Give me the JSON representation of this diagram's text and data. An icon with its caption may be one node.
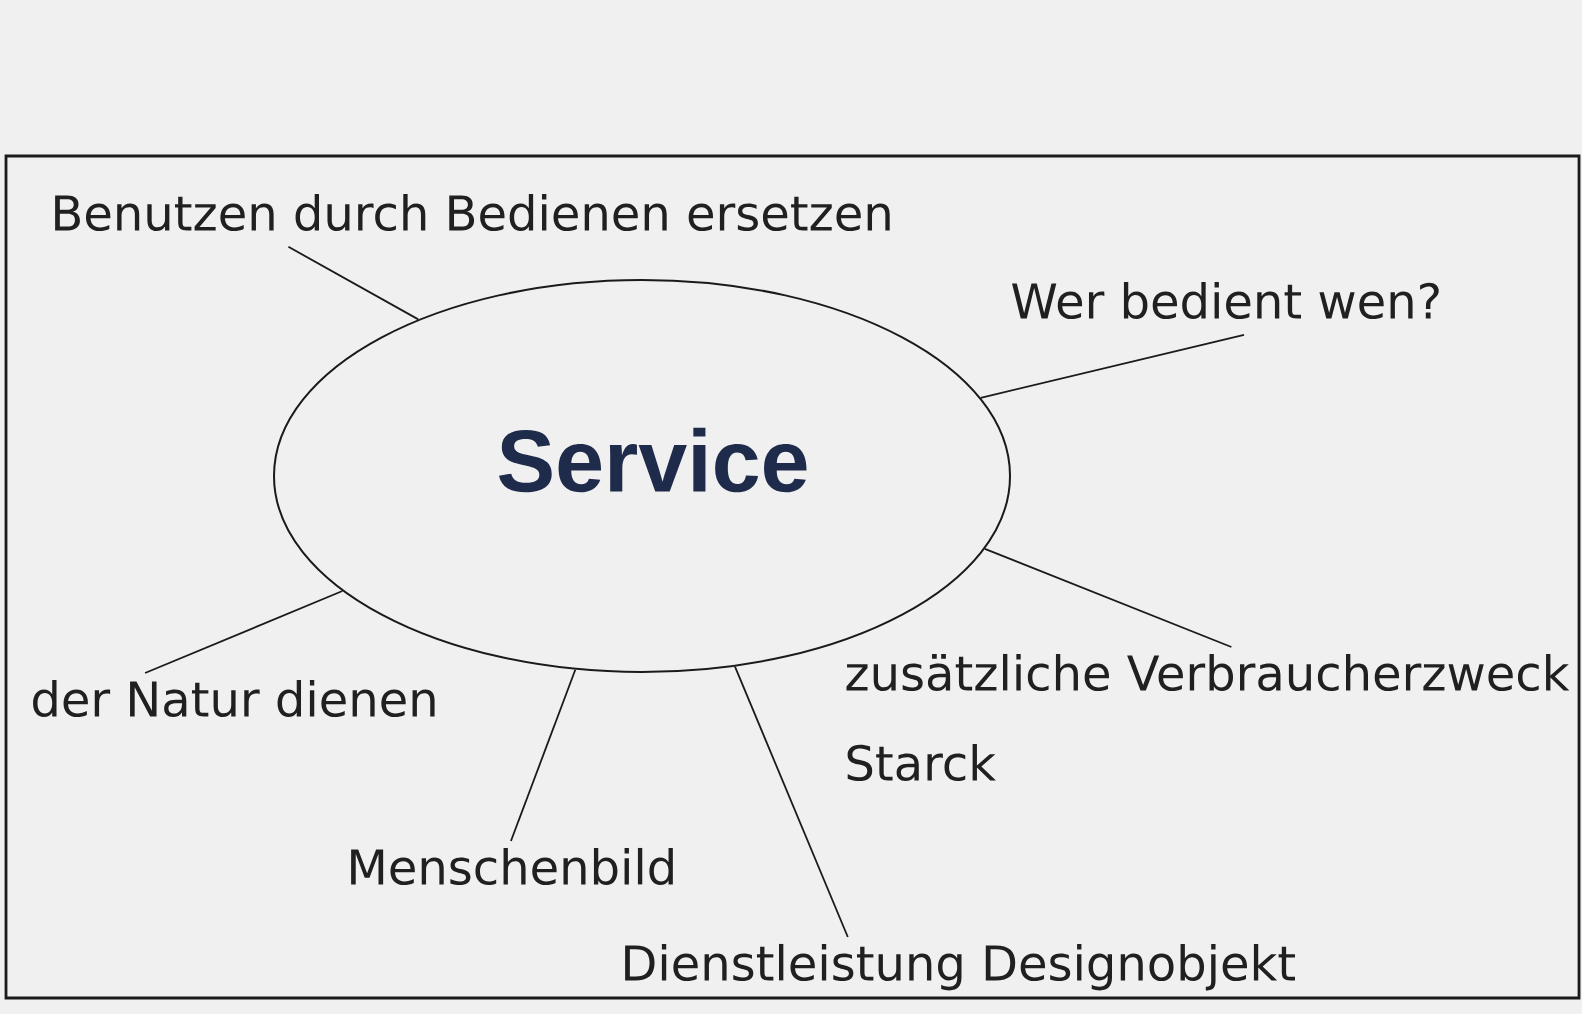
{
  "diagram": {
    "nodes": [
      {
        "text": [
          "Benutzen durch Bedienen ersetzen"
        ]
      },
      {
        "text": [
          "Wer bedient wen?"
        ]
      },
      {
        "text": [
          "Service"
        ]
      },
      {
        "text": [
          "der Natur dienen"
        ]
      },
      {
        "text": [
          "zusätzliche Verbraucherzweck",
          "Starck"
        ]
      },
      {
        "text": [
          "Menschenbild"
        ]
      },
      {
        "text": [
          "Dienstleistung Designobjekt"
        ]
      }
    ],
    "edges": [
      {
        "from": 2,
        "to": 0,
        "arrow": "none"
      },
      {
        "from": 2,
        "to": 1,
        "arrow": "none"
      },
      {
        "from": 2,
        "to": 3,
        "arrow": "none"
      },
      {
        "from": 2,
        "to": 4,
        "arrow": "none"
      },
      {
        "from": 2,
        "to": 5,
        "arrow": "none"
      },
      {
        "from": 2,
        "to": 6,
        "arrow": "none"
      }
    ]
  }
}
